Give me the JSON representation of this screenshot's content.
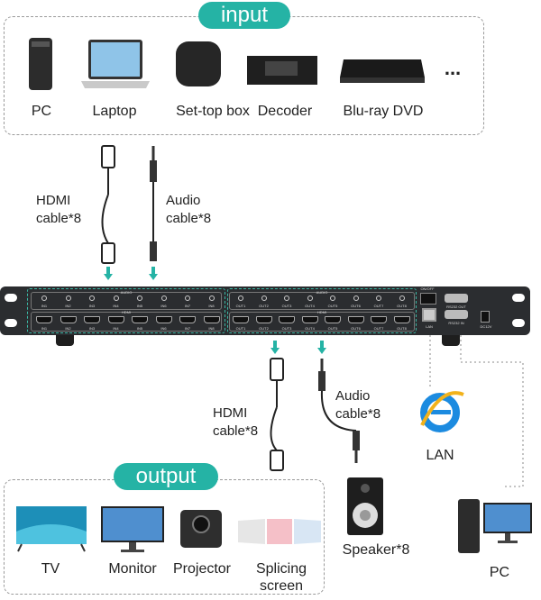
{
  "input": {
    "title": "input",
    "devices": [
      {
        "label": "PC",
        "icon": "pc-tower-icon"
      },
      {
        "label": "Laptop",
        "icon": "laptop-icon"
      },
      {
        "label": "Set-top box",
        "icon": "set-top-box-icon"
      },
      {
        "label": "Decoder",
        "icon": "decoder-icon"
      },
      {
        "label": "Blu-ray DVD",
        "icon": "bluray-player-icon"
      }
    ],
    "more": "..."
  },
  "input_cables": {
    "hdmi": [
      "HDMI",
      "cable*8"
    ],
    "audio": [
      "Audio",
      "cable*8"
    ]
  },
  "device": {
    "audio_label": "AUDIO",
    "hdmi_label": "HDMI",
    "inputs": [
      "IN1",
      "IN2",
      "IN3",
      "IN4",
      "IN5",
      "IN6",
      "IN7",
      "IN8"
    ],
    "outputs": [
      "OUT1",
      "OUT2",
      "OUT3",
      "OUT4",
      "OUT5",
      "OUT6",
      "OUT7",
      "OUT8"
    ],
    "power_switch": "ON/OFF",
    "lan": "LAN",
    "rs232_out": "RS232 OUT",
    "rs232_in": "RS232 IN",
    "dc": "DC12V"
  },
  "output_cables": {
    "hdmi": [
      "HDMI",
      "cable*8"
    ],
    "audio": [
      "Audio",
      "cable*8"
    ]
  },
  "lan": {
    "label": "LAN",
    "icon": "internet-explorer-icon"
  },
  "output": {
    "title": "output",
    "devices": [
      {
        "label": "TV",
        "icon": "tv-icon"
      },
      {
        "label": "Monitor",
        "icon": "monitor-icon"
      },
      {
        "label": "Projector",
        "icon": "projector-icon"
      },
      {
        "label": "Splicing\nscreen",
        "lines": [
          "Splicing",
          "screen"
        ],
        "icon": "video-wall-icon"
      }
    ]
  },
  "speaker": {
    "label": "Speaker*8",
    "icon": "speaker-icon"
  },
  "pc": {
    "label": "PC",
    "icon": "desktop-pc-icon"
  },
  "colors": {
    "accent": "#25b3a5",
    "device": "#2b2d30"
  }
}
